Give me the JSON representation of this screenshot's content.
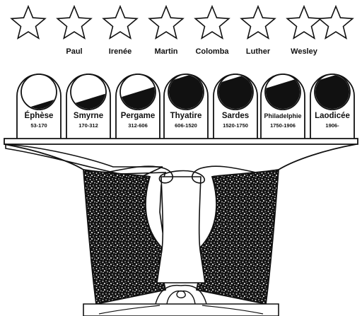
{
  "stars": [
    {
      "label": ""
    },
    {
      "label": "Paul"
    },
    {
      "label": "Irenée"
    },
    {
      "label": "Martin"
    },
    {
      "label": "Colomba"
    },
    {
      "label": "Luther"
    },
    {
      "label": "Wesley"
    },
    {
      "label": ""
    }
  ],
  "lamps": [
    {
      "church": "Éphèse",
      "years": "53-170",
      "darkness": 0.15
    },
    {
      "church": "Smyrne",
      "years": "170-312",
      "darkness": 0.3
    },
    {
      "church": "Pergame",
      "years": "312-606",
      "darkness": 0.5
    },
    {
      "church": "Thyatire",
      "years": "606-1520",
      "darkness": 0.95
    },
    {
      "church": "Sardes",
      "years": "1520-1750",
      "darkness": 0.9
    },
    {
      "church": "Philadelphie",
      "years": "1750-1906",
      "darkness": 0.75
    },
    {
      "church": "Laodicée",
      "years": "1906-",
      "darkness": 0.95
    }
  ],
  "colors": {
    "ink": "#111111",
    "paper": "#ffffff"
  }
}
